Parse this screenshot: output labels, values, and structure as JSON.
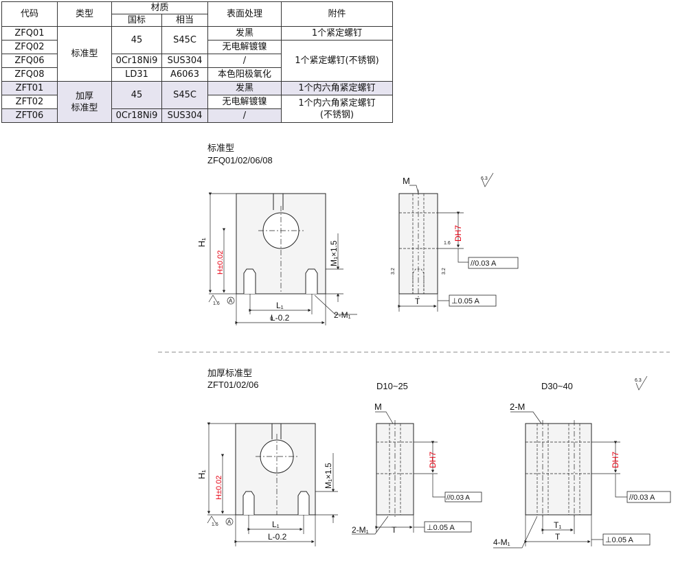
{
  "table": {
    "headers": {
      "code": "代码",
      "type": "类型",
      "material": "材质",
      "material_std": "国标",
      "material_equiv": "相当",
      "surface": "表面处理",
      "accessory": "附件"
    },
    "rows": [
      {
        "code": "ZFQ01",
        "surface": "发黑"
      },
      {
        "code": "ZFQ02",
        "surface": "无电解镀镍"
      },
      {
        "code": "ZFQ06",
        "surface": "/"
      },
      {
        "code": "ZFQ08",
        "surface": "本色阳极氧化"
      },
      {
        "code": "ZFT01",
        "surface": "发黑"
      },
      {
        "code": "ZFT02",
        "surface": "无电解镀镍"
      },
      {
        "code": "ZFT06",
        "surface": "/"
      }
    ],
    "type_standard": "标准型",
    "type_thick_line1": "加厚",
    "type_thick_line2": "标准型",
    "mat_45": "45",
    "mat_s45c": "S45C",
    "mat_0cr": "0Cr18Ni9",
    "mat_sus": "SUS304",
    "mat_ld31": "LD31",
    "mat_a6063": "A6063",
    "acc_1": "1个紧定螺钉",
    "acc_2": "1个紧定螺钉(不锈钢)",
    "acc_3": "1个内六角紧定螺钉",
    "acc_4": "1个内六角紧定螺钉",
    "acc_5": "(不锈钢)"
  },
  "drawing1": {
    "title": "标准型",
    "codes": "ZFQ01/02/06/08",
    "H1": "H₁",
    "H": "H±0.02",
    "M1x15": "M₁×1.5",
    "L1": "L₁",
    "L": "L-0.2",
    "L_tol_top": "0",
    "twoM1": "2-M₁",
    "M": "M",
    "D": "DH7",
    "T": "T",
    "par": "//0.03 A",
    "perp": "⊥0.05 A",
    "rough_63": "6.3",
    "rough_16": "1.6",
    "rough_32": "3.2",
    "datum": "A"
  },
  "drawing2": {
    "title": "加厚标准型",
    "codes": "ZFT01/02/06",
    "label_small": "D10~25",
    "label_large": "D30~40",
    "H1": "H₁",
    "H": "H±0.02",
    "M1x15": "M₁×1.5",
    "L1": "L₁",
    "L": "L-0.2",
    "twoM1": "2-M₁",
    "twoM": "2-M",
    "fourM1": "4-M₁",
    "M": "M",
    "T": "T",
    "T1": "T₁",
    "D": "DH7",
    "par": "//0.03 A",
    "perp": "⊥0.05 A"
  },
  "colors": {
    "accent_red": "#e60012",
    "table_band": "#e6e4f0"
  }
}
